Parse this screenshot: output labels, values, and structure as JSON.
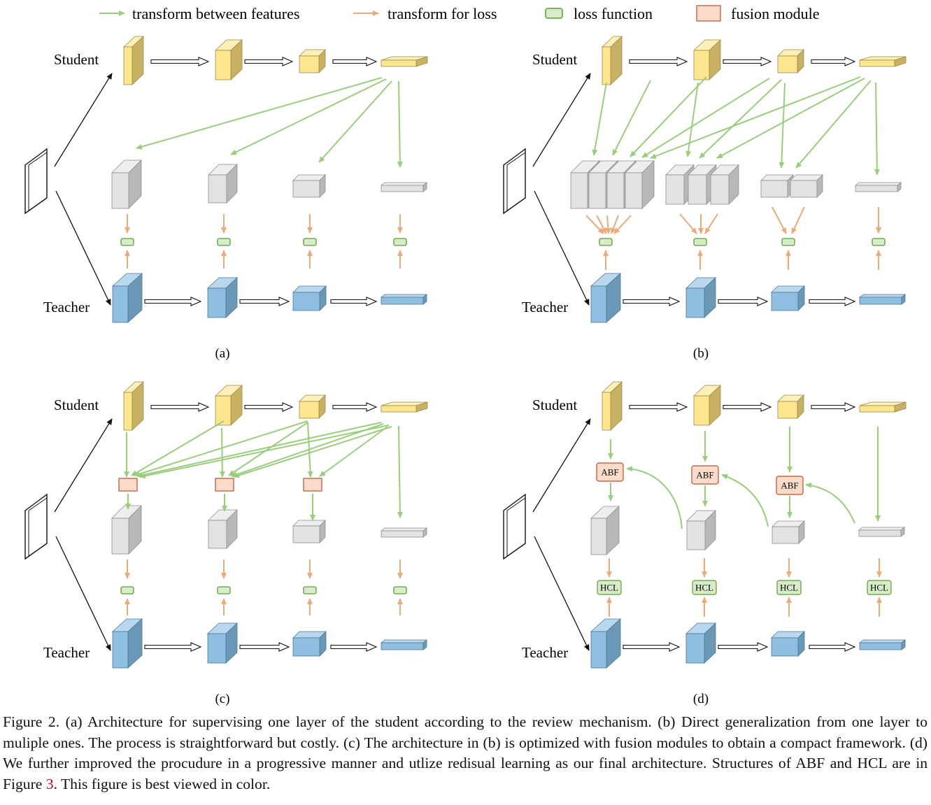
{
  "legend": {
    "green_arrow": "transform between features",
    "orange_arrow": "transform for loss",
    "loss_box": "loss function",
    "fusion_box": "fusion module"
  },
  "labels": {
    "student": "Student",
    "teacher": "Teacher",
    "abf": "ABF",
    "hcl": "HCL"
  },
  "panels": [
    {
      "id": "a",
      "label": "(a)"
    },
    {
      "id": "b",
      "label": "(b)"
    },
    {
      "id": "c",
      "label": "(c)"
    },
    {
      "id": "d",
      "label": "(d)"
    }
  ],
  "caption": {
    "part1": "Figure 2. (a) Architecture for supervising one layer of the student according to the review mechanism. (b) Direct generalization from one layer to muliple ones. The process is straightforward but costly. (c) The architecture in (b) is optimized with fusion modules to obtain a compact framework. (d) We further improved the procudure in a progressive manner and utlize redisual learning as our final architecture. Structures of ABF and HCL are in Figure ",
    "ref": "3",
    "part2": ". This figure is best viewed in color."
  },
  "colors": {
    "student_front": "#fde68d",
    "student_top": "#fdf0b8",
    "student_side": "#c9b164",
    "teacher_front": "#8fbfe0",
    "teacher_top": "#b9d8ee",
    "teacher_side": "#6b98b6",
    "gray_front": "#e2e2e2",
    "gray_top": "#eeeeee",
    "gray_side": "#b8b8b8",
    "green_arrow": "#9acd7e",
    "orange_arrow": "#eaaa7a",
    "loss_fill": "#d8ecc8",
    "loss_stroke": "#5a9a3c",
    "fusion_fill": "#fbdcca",
    "fusion_stroke": "#b8522a"
  }
}
